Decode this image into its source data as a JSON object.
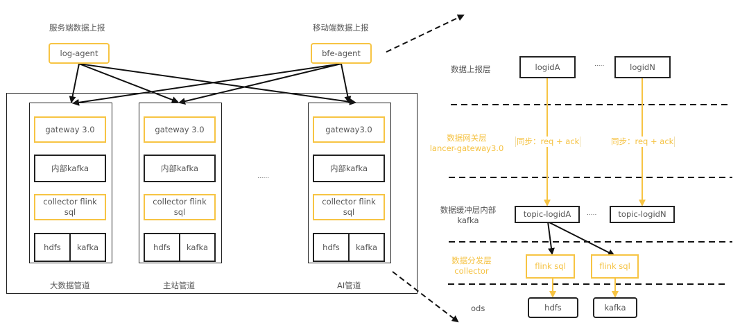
{
  "left": {
    "sources": [
      {
        "label": "服务端数据上报",
        "agent": "log-agent"
      },
      {
        "label": "移动端数据上报",
        "agent": "bfe-agent"
      }
    ],
    "pipelines": [
      {
        "name": "大数据管道",
        "gateway": "gateway 3.0",
        "kafka": "内部kafka",
        "collector": "collector flink sql",
        "sinks": [
          "hdfs",
          "kafka"
        ]
      },
      {
        "name": "主站管道",
        "gateway": "gateway 3.0",
        "kafka": "内部kafka",
        "collector": "collector flink sql",
        "sinks": [
          "hdfs",
          "kafka"
        ]
      },
      {
        "name": "AI管道",
        "gateway": "gateway3.0",
        "kafka": "内部kafka",
        "collector": "collector flink sql",
        "sinks": [
          "hdfs",
          "kafka"
        ]
      }
    ],
    "ellipsis": "......"
  },
  "right": {
    "layers": [
      {
        "label": "数据上报层",
        "color": "#555555"
      },
      {
        "label": "数据网关层\nlancer-gateway3.0",
        "color": "#f5c242"
      },
      {
        "label": "数据缓冲层内部\nkafka",
        "color": "#555555"
      },
      {
        "label": "数据分发层\ncollector",
        "color": "#f5c242"
      },
      {
        "label": "ods",
        "color": "#555555"
      }
    ],
    "logids": [
      "logidA",
      "logidN"
    ],
    "logid_ellipsis": ".....",
    "sync_labels": [
      "同步：req + ack",
      "同步：req + ack"
    ],
    "topics": [
      "topic-logidA",
      "topic-logidN"
    ],
    "topic_ellipsis": ".....",
    "flink": [
      "flink sql",
      "flink sql"
    ],
    "ods": [
      "hdfs",
      "kafka"
    ]
  },
  "colors": {
    "accent": "#f7c443",
    "line": "#222222",
    "text": "#555555"
  }
}
